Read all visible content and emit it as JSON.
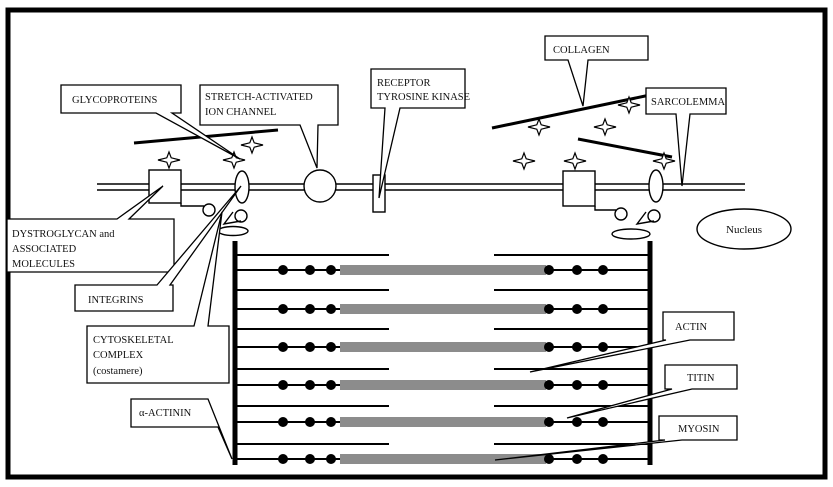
{
  "labels": {
    "collagen": "COLLAGEN",
    "glycoproteins": "GLYCOPROTEINS",
    "stretch_1": "STRETCH-ACTIVATED",
    "stretch_2": "ION CHANNEL",
    "receptor_1": "RECEPTOR",
    "receptor_2": "TYROSINE KINASE",
    "sarcolemma": "SARCOLEMMA",
    "nucleus": "Nucleus",
    "dystro_1": "DYSTROGLYCAN and",
    "dystro_2": "ASSOCIATED",
    "dystro_3": "MOLECULES",
    "integrins": "INTEGRINS",
    "cyto_1": "CYTOSKELETAL",
    "cyto_2": "COMPLEX",
    "cyto_3": "(costamere)",
    "actinin": "α-ACTININ",
    "actin": "ACTIN",
    "titin": "TITIN",
    "myosin": "MYOSIN"
  },
  "colors": {
    "ink": "#000000",
    "myosin_fill": "#8c8c8c",
    "background": "#ffffff"
  }
}
